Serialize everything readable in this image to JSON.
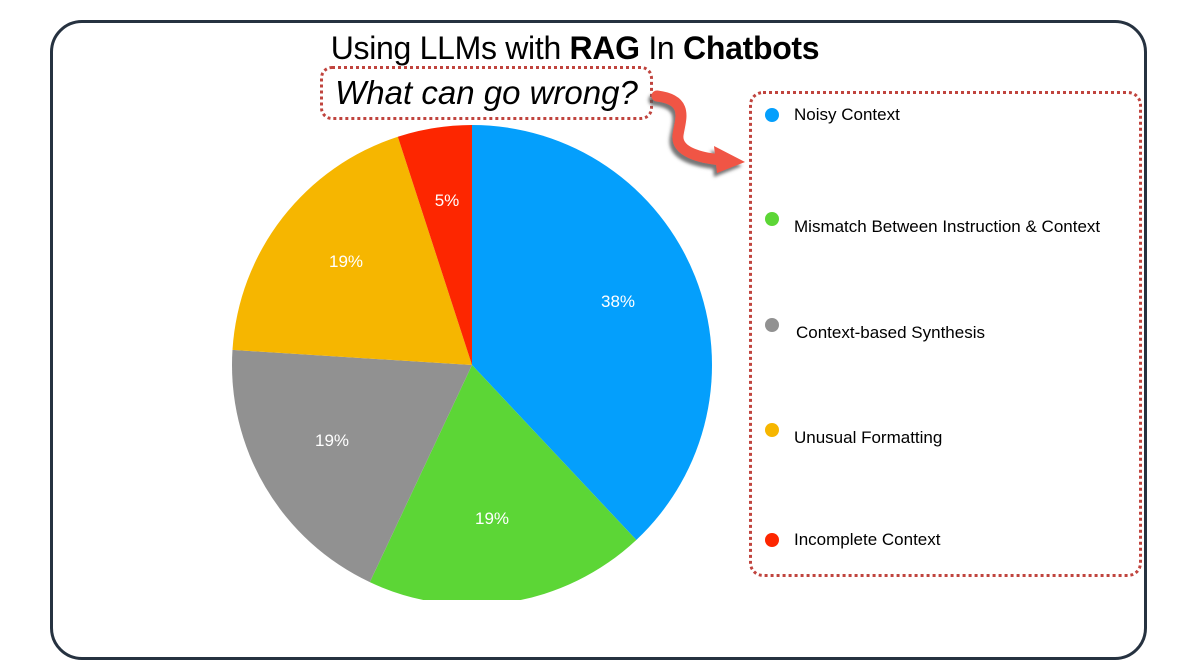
{
  "title": {
    "prefix": "Using LLMs with ",
    "bold1": "RAG",
    "middle": " In ",
    "bold2": "Chatbots"
  },
  "subtitle": "What can go wrong?",
  "colors": {
    "frame": "#263240",
    "dotted_border": "#c0443e",
    "arrow": "#f05545",
    "noisy_context": "#049ffc",
    "mismatch": "#5cd636",
    "synthesis": "#919191",
    "formatting": "#f6b600",
    "incomplete": "#fd2600"
  },
  "legend": {
    "items": [
      {
        "label": "Noisy Context",
        "color": "#049ffc"
      },
      {
        "label": "Mismatch Between Instruction & Context",
        "color": "#5cd636"
      },
      {
        "label": "Context-based Synthesis",
        "color": "#919191"
      },
      {
        "label": "Unusual Formatting",
        "color": "#f6b600"
      },
      {
        "label": "Incomplete Context",
        "color": "#fd2600"
      }
    ]
  },
  "chart_data": {
    "type": "pie",
    "title": "Using LLMs with RAG In Chatbots",
    "subtitle": "What can go wrong?",
    "categories": [
      "Noisy Context",
      "Mismatch Between Instruction & Context",
      "Context-based Synthesis",
      "Unusual Formatting",
      "Incomplete Context"
    ],
    "values": [
      38,
      19,
      19,
      19,
      5
    ],
    "labels": [
      "38%",
      "19%",
      "19%",
      "19%",
      "5%"
    ],
    "colors": [
      "#049ffc",
      "#5cd636",
      "#919191",
      "#f6b600",
      "#fd2600"
    ],
    "start_angle": "12 o'clock, clockwise",
    "legend_position": "right",
    "xlabel": "",
    "ylabel": ""
  }
}
